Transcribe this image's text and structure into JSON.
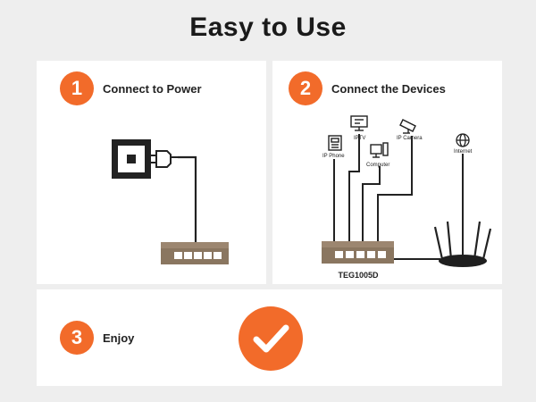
{
  "heading": "Easy to Use",
  "steps": [
    {
      "number": "1",
      "label": "Connect to Power"
    },
    {
      "number": "2",
      "label": "Connect the Devices"
    },
    {
      "number": "3",
      "label": "Enjoy"
    }
  ],
  "devices": {
    "ip_phone": "IP Phone",
    "iptv": "IPTV",
    "computer": "Computer",
    "ip_camera": "IP Camera",
    "internet": "Internet"
  },
  "switch_model": "TEG1005D",
  "colors": {
    "accent": "#f26b2a",
    "switch_body": "#8a7660",
    "line": "#222222"
  }
}
